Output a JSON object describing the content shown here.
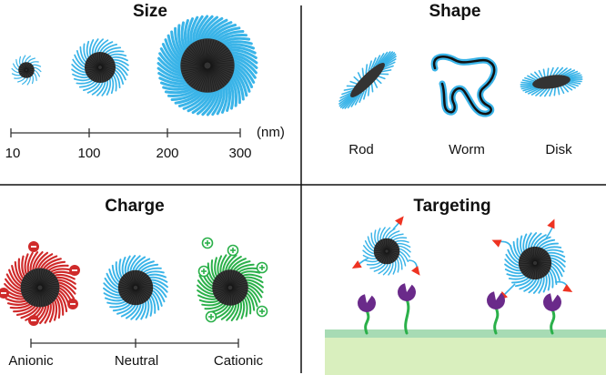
{
  "colors": {
    "core": "#333333",
    "corona_neutral": "#3ab4e8",
    "corona_anionic": "#cf2a2a",
    "corona_cationic": "#2bb04a",
    "receptor": "#6a2a8a",
    "stalk": "#2bb04a",
    "ligand": "#ee3322",
    "surface_top": "#a7dbb4",
    "surface": "#d9efbe",
    "divider": "#111111"
  },
  "panels": {
    "size": {
      "title": "Size",
      "ticks": [
        "10",
        "100",
        "200",
        "300"
      ],
      "unit": "(nm)"
    },
    "shape": {
      "title": "Shape",
      "items": [
        "Rod",
        "Worm",
        "Disk"
      ]
    },
    "charge": {
      "title": "Charge",
      "items": [
        "Anionic",
        "Neutral",
        "Cationic"
      ]
    },
    "targeting": {
      "title": "Targeting"
    }
  }
}
